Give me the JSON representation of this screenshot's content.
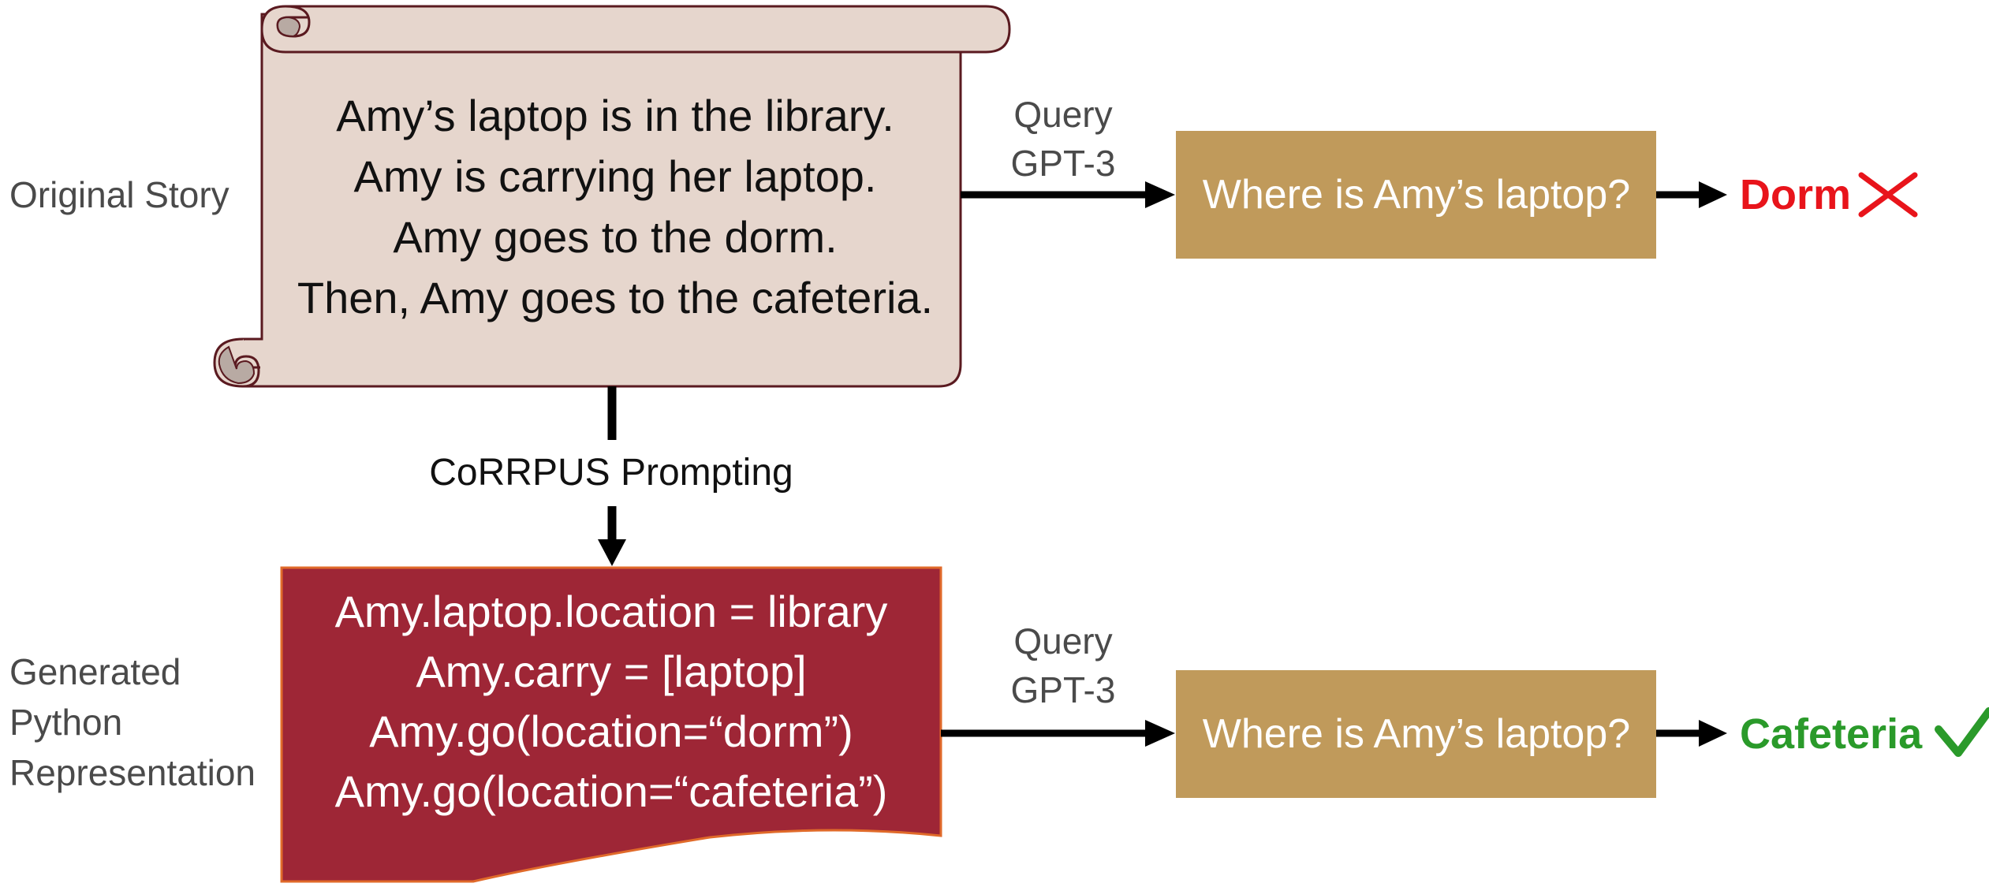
{
  "original_story": {
    "label": "Original Story",
    "lines": [
      "Amy’s laptop is in the library.",
      "Amy is carrying her laptop.",
      "Amy goes to the dorm.",
      "Then, Amy goes to the cafeteria."
    ]
  },
  "corrpus_label": "CoRRPUS Prompting",
  "python_rep": {
    "label_lines": [
      "Generated",
      "Python",
      "Representation"
    ],
    "lines": [
      "Amy.laptop.location = library",
      "Amy.carry = [laptop]",
      "Amy.go(location=“dorm”)",
      "Amy.go(location=“cafeteria”)"
    ]
  },
  "query_top": {
    "label_lines": [
      "Query",
      "GPT-3"
    ],
    "question": "Where is Amy’s laptop?",
    "answer": "Dorm",
    "answer_icon": "cross-icon",
    "answer_color": "#e8141b"
  },
  "query_bottom": {
    "label_lines": [
      "Query",
      "GPT-3"
    ],
    "question": "Where is Amy’s laptop?",
    "answer": "Cafeteria",
    "answer_icon": "check-icon",
    "answer_color": "#2a9a2a"
  },
  "colors": {
    "scroll_fill": "#e6d6cd",
    "scroll_stroke": "#5a1a20",
    "code_fill": "#9e2636",
    "question_fill": "#c09a5b"
  }
}
